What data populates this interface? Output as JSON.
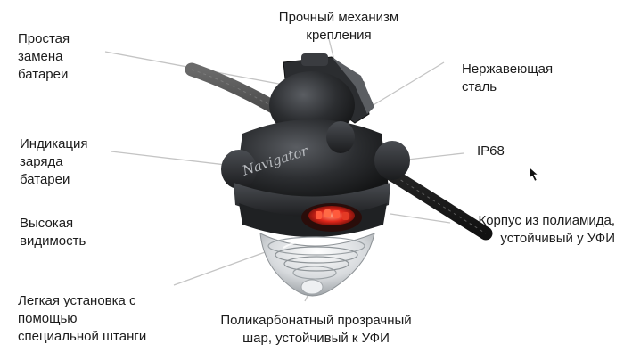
{
  "labels": {
    "battery_replacement": "Простая\nзамена\nбатареи",
    "mounting_mechanism": "Прочный механизм\nкрепления",
    "stainless_steel": "Нержавеющая\nсталь",
    "charge_indicator": "Индикация\nзаряда\nбатареи",
    "ip_rating": "IP68",
    "high_visibility": "Высокая\nвидимость",
    "polyamide_body": "Корпус из полиамида,\nустойчивый у УФИ",
    "easy_install": "Легкая установка с\nпомощью\nспециальной штанги",
    "polycarbonate_dome": "Поликарбонатный прозрачный\nшар, устойчивый к УФИ"
  },
  "device": {
    "brand_text": "Navigator"
  },
  "colors": {
    "housing": "#2a2c2f",
    "cable": "#3a3a3a",
    "led": "#e0261a",
    "dome": "#d9dde0",
    "callout": "#bfbfbf"
  }
}
